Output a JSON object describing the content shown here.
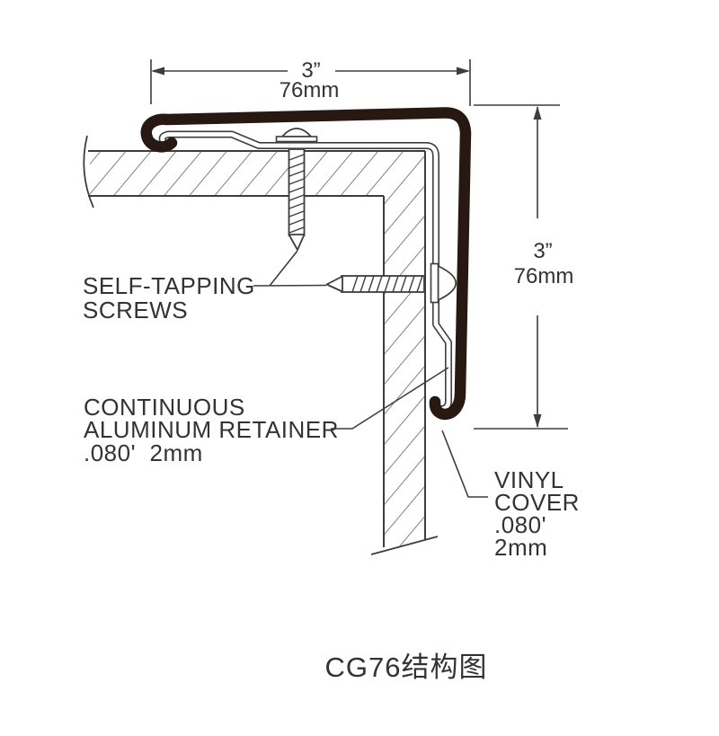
{
  "diagram": {
    "title": "CG76结构图",
    "dim_top": {
      "inches": "3”",
      "mm": "76mm"
    },
    "dim_right": {
      "inches": "3”",
      "mm": "76mm"
    },
    "label_screws": {
      "line1": "SELF-TAPPING",
      "line2": "SCREWS"
    },
    "label_retainer": {
      "line1": "CONTINUOUS",
      "line2": "ALUMINUM RETAINER",
      "line3": ".080'  2mm"
    },
    "label_vinyl": {
      "line1": "VINYL",
      "line2": "COVER",
      "line3": ".080'",
      "line4": "2mm"
    },
    "colors": {
      "outline": "#3d3d3d",
      "hatch": "#575757",
      "vinyl": "#271911",
      "text": "#333333",
      "background": "#ffffff"
    }
  }
}
